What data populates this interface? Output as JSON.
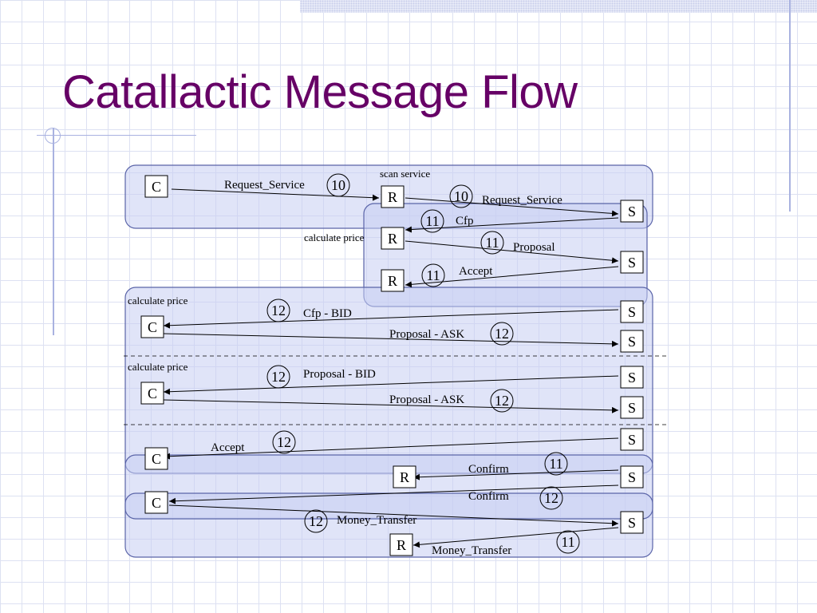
{
  "slide": {
    "title": "Catallactic Message Flow"
  },
  "colors": {
    "title": "#660066",
    "group_fill": "#c6cdf3",
    "group_stroke": "#5a64a8",
    "grid": "#dde1f2"
  },
  "diagram": {
    "notes": [
      {
        "text": "scan service"
      },
      {
        "text": "calculate price"
      },
      {
        "text": "calculate price"
      },
      {
        "text": "calculate price"
      }
    ],
    "nodes": [
      "C",
      "R",
      "S",
      "R",
      "S",
      "R",
      "S",
      "C",
      "S",
      "S",
      "C",
      "S",
      "S",
      "C",
      "R",
      "S",
      "C",
      "S",
      "R"
    ],
    "messages": [
      {
        "label": "Request_Service",
        "step": "10"
      },
      {
        "label": "Request_Service",
        "step": "10"
      },
      {
        "label": "Cfp",
        "step": "11"
      },
      {
        "label": "Proposal",
        "step": "11"
      },
      {
        "label": "Accept",
        "step": "11"
      },
      {
        "label": "Cfp - BID",
        "step": "12"
      },
      {
        "label": "Proposal - ASK",
        "step": "12"
      },
      {
        "label": "Proposal - BID",
        "step": "12"
      },
      {
        "label": "Proposal - ASK",
        "step": "12"
      },
      {
        "label": "Accept",
        "step": "12"
      },
      {
        "label": "Confirm",
        "step": "11"
      },
      {
        "label": "Confirm",
        "step": "12"
      },
      {
        "label": "Money_Transfer",
        "step": "12"
      },
      {
        "label": "Money_Transfer",
        "step": "11"
      }
    ]
  }
}
